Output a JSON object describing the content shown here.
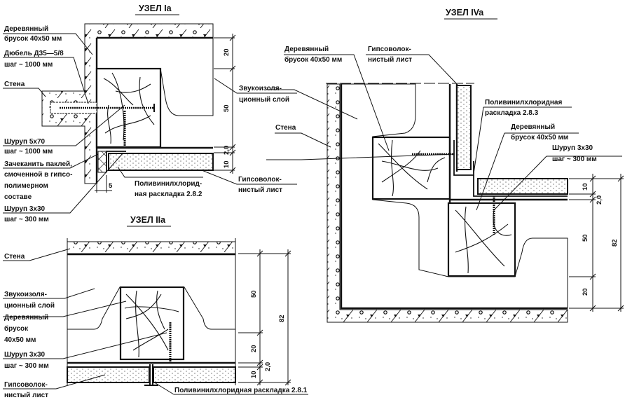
{
  "nodes": {
    "ia": {
      "title": "УЗЕЛ  Ia",
      "labels": {
        "wood_1": "Деревянный",
        "wood_2": "брусок 40x50 мм",
        "dowel_1": "Дюбель Д35—5/8",
        "dowel_2": "шаг ~ 1000 мм",
        "wall": "Стена",
        "screw_1": "Шуруп 5x70",
        "screw_2": "шаг ~ 1000 мм",
        "caulk_1": "Зачеканить паклей,",
        "caulk_2": "смоченной в гипсо-",
        "caulk_3": "полимерном",
        "caulk_4": "составе",
        "screw2_1": "Шуруп 3x30",
        "screw2_2": "шаг ~ 300 мм",
        "insul_1": "Звукоизоля-",
        "insul_2": "ционный слой",
        "pvc_1": "Поливинилхлорид-",
        "pvc_2": "ная раскладка 2.8.2",
        "gyps_1": "Гипсоволок-",
        "gyps_2": "нистый лист"
      },
      "dims": {
        "d20": "20",
        "d50": "50",
        "d2": "2,0",
        "d10": "10",
        "d5": "5"
      }
    },
    "iia": {
      "title": "УЗЕЛ  IIa",
      "labels": {
        "wall": "Стена",
        "insul_1": "Звукоизоля-",
        "insul_2": "ционный слой",
        "wood_1": "Деревянный",
        "wood_2": "брусок",
        "wood_3": "40x50 мм",
        "screw_1": "Шуруп 3x30",
        "screw_2": "шаг ~ 300 мм",
        "gyps_1": "Гипсоволок-",
        "gyps_2": "нистый лист",
        "pvc": "Поливинилхлоридная раскладка 2.8.1"
      },
      "dims": {
        "d50": "50",
        "d20": "20",
        "d2": "2,0",
        "d10": "10",
        "d82": "82"
      }
    },
    "iva": {
      "title": "УЗЕЛ  IVa",
      "labels": {
        "wood_1": "Деревянный",
        "wood_2": "брусок 40x50 мм",
        "gyps_1": "Гипсоволок-",
        "gyps_2": "нистый лист",
        "pvc_1": "Поливинилхлоридная",
        "pvc_2": "раскладка 2.8.3",
        "wall": "Стена",
        "wood2_1": "Деревянный",
        "wood2_2": "брусок 40x50 мм",
        "screw_1": "Шуруп 3x30",
        "screw_2": "шаг ~ 300 мм"
      },
      "dims": {
        "d10": "10",
        "d2": "2,0",
        "d50": "50",
        "d20": "20",
        "d82": "82"
      }
    }
  }
}
